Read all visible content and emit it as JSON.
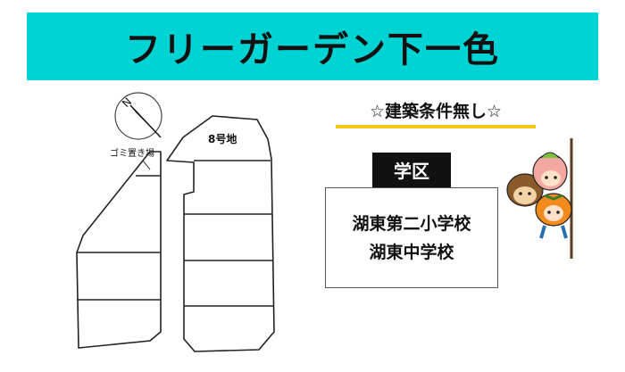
{
  "banner": {
    "title": "フリーガーデン下一色"
  },
  "site_plan": {
    "compass_label": "N",
    "garbage_label": "ゴミ置き場",
    "lot_label": "8号地"
  },
  "conditions": {
    "text": "☆建築条件無し☆"
  },
  "school_district": {
    "header": "学区",
    "schools": [
      "湖東第二小学校",
      "湖東中学校"
    ]
  },
  "colors": {
    "banner": "#00d3d3",
    "underline": "#f5c518"
  },
  "icons": {
    "compass": "compass-icon",
    "mascot": "mascot-characters-icon"
  }
}
